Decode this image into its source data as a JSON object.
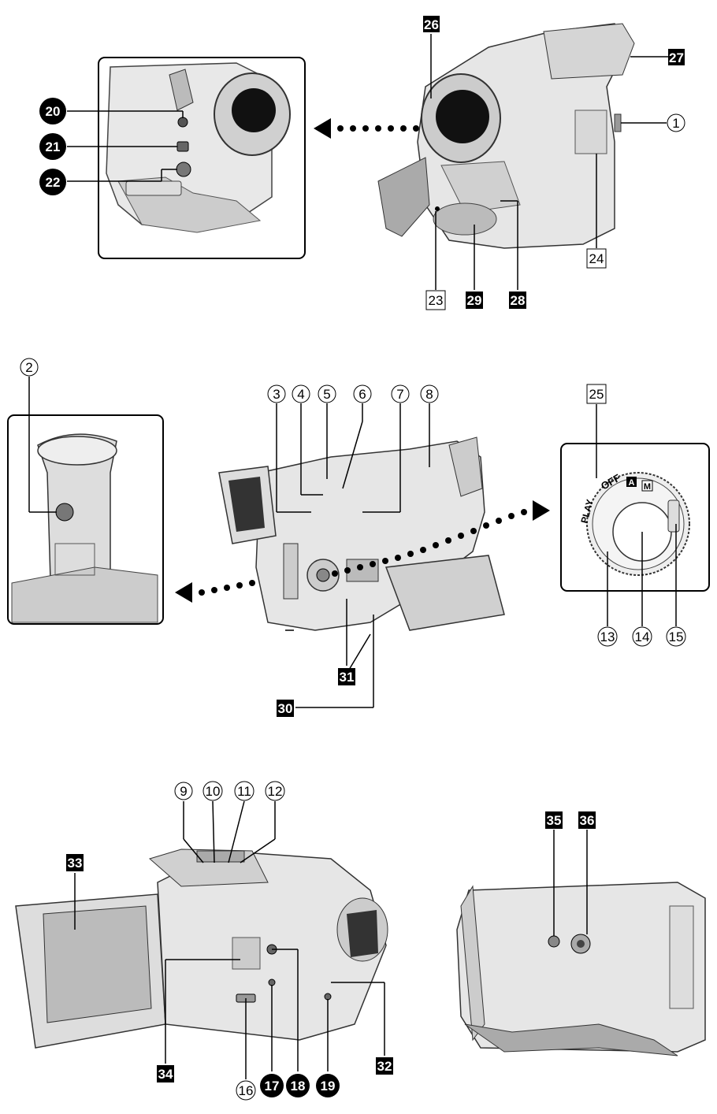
{
  "labels": {
    "c1": "1",
    "c2": "2",
    "c3": "3",
    "c4": "4",
    "c5": "5",
    "c6": "6",
    "c7": "7",
    "c8": "8",
    "c9": "9",
    "c10": "10",
    "c11": "11",
    "c12": "12",
    "c13": "13",
    "c14": "14",
    "c15": "15",
    "c16": "16",
    "f17": "17",
    "f18": "18",
    "f19": "19",
    "f20": "20",
    "f21": "21",
    "f22": "22",
    "s23": "23",
    "s24": "24",
    "s25": "25",
    "b26": "26",
    "b27": "27",
    "b28": "28",
    "b29": "29",
    "b30": "30",
    "b31": "31",
    "b32": "32",
    "b33": "33",
    "b34": "34",
    "b35": "35",
    "b36": "36"
  },
  "dial": {
    "play": "PLAY",
    "off": "OFF",
    "auto": "A",
    "manual": "M"
  }
}
